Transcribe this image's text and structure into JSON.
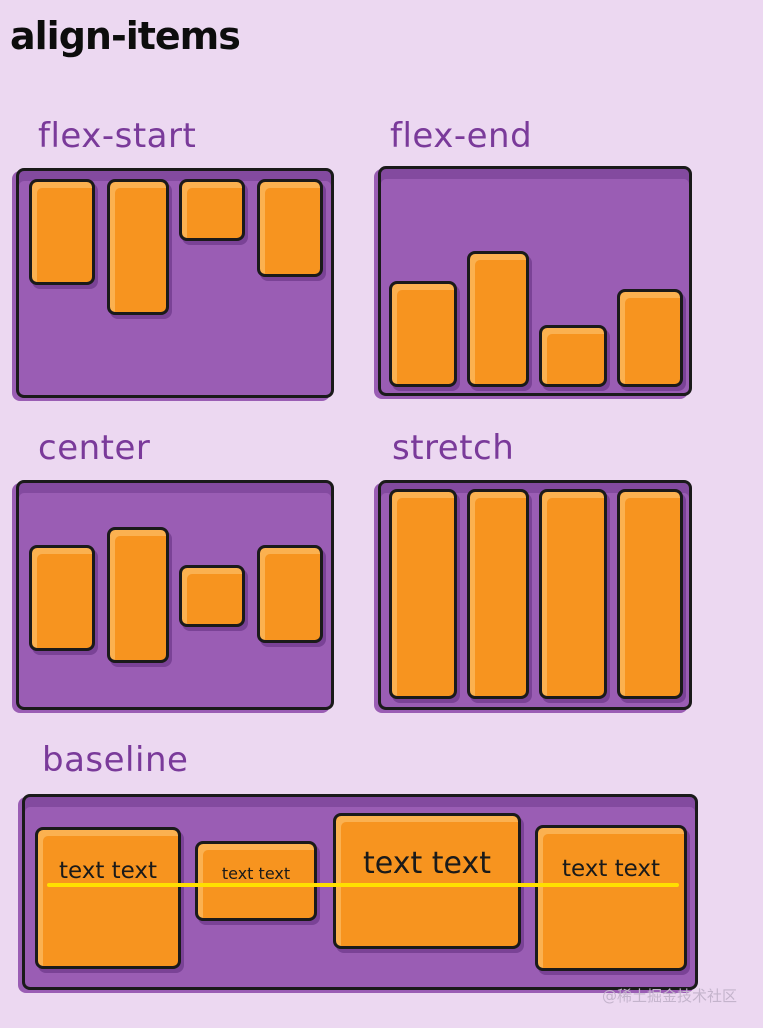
{
  "title": "align-items",
  "panels": {
    "flex_start": {
      "label": "flex-start"
    },
    "flex_end": {
      "label": "flex-end"
    },
    "center": {
      "label": "center"
    },
    "stretch": {
      "label": "stretch"
    },
    "baseline": {
      "label": "baseline",
      "items": [
        {
          "text": "text text"
        },
        {
          "text": "text text"
        },
        {
          "text": "text text"
        },
        {
          "text": "text text"
        }
      ]
    }
  },
  "colors": {
    "background": "#ecd8f1",
    "container": "#9a5db4",
    "item": "#f7941f",
    "label": "#7a3a9a",
    "baseline_line": "#ffe000"
  },
  "watermark": "@稀土掘金技术社区"
}
